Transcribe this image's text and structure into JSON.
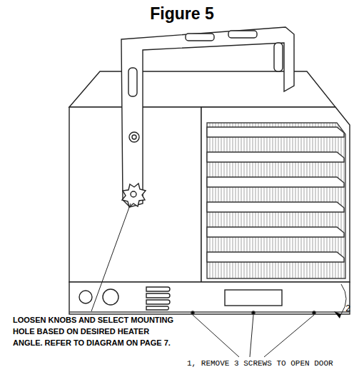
{
  "diagram": {
    "title": "Figure 5",
    "labels": [
      "LOOSEN KNOBS AND SELECT MOUNTING HOLE BASED ON DESIRED HEATER ANGLE. REFER TO DIAGRAM ON PAGE 7.",
      "1, REMOVE 3 SCREWS TO OPEN DOOR",
      "2"
    ]
  }
}
